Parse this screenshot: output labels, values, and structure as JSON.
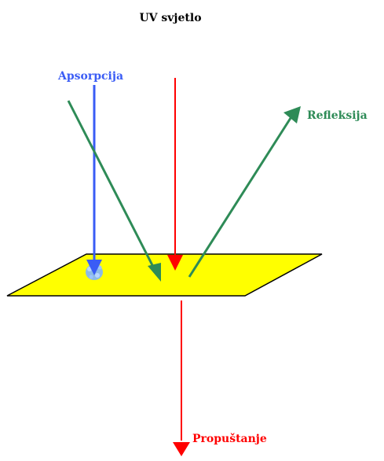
{
  "title": "UV svjetlo",
  "labels": {
    "absorption": "Apsorpcija",
    "reflection": "Refleksija",
    "transmission": "Propuštanje"
  },
  "colors": {
    "absorption": "#3a5cf5",
    "incident": "#ff0000",
    "reflection": "#2e8b57",
    "surface": "#ffff00",
    "text": "#000000",
    "spot": "#7fb4ff"
  }
}
